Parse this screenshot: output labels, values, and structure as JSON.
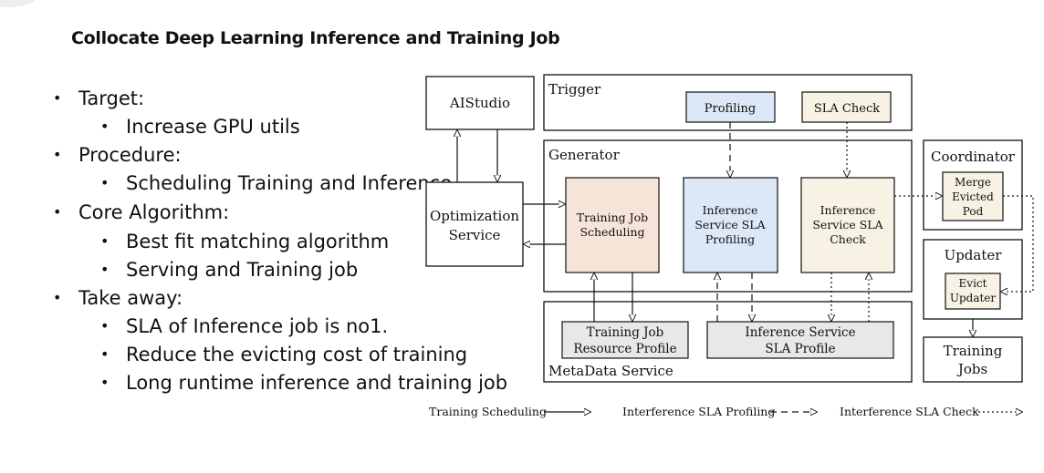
{
  "slide": {
    "title": "Collocate Deep Learning Inference and Training Job"
  },
  "bullets": [
    {
      "level": 1,
      "text": "Target:"
    },
    {
      "level": 2,
      "text": "Increase GPU utils"
    },
    {
      "level": 1,
      "text": "Procedure:"
    },
    {
      "level": 2,
      "text": "Scheduling Training and Inference"
    },
    {
      "level": 1,
      "text": "Core Algorithm:"
    },
    {
      "level": 2,
      "text": "Best fit matching algorithm"
    },
    {
      "level": 2,
      "text": "Serving and Training job"
    },
    {
      "level": 1,
      "text": "Take away:"
    },
    {
      "level": 2,
      "text": "SLA of Inference job is no1."
    },
    {
      "level": 2,
      "text": "Reduce the evicting cost of training"
    },
    {
      "level": 2,
      "text": "Long runtime inference and training job"
    }
  ],
  "diagram": {
    "aistudio": "AIStudio",
    "optimization_service": [
      "Optimization",
      "Service"
    ],
    "trigger": "Trigger",
    "profiling": "Profiling",
    "sla_check": "SLA Check",
    "generator": "Generator",
    "training_job_scheduling": [
      "Training Job",
      "Scheduling"
    ],
    "inference_sla_profiling": [
      "Inference",
      "Service SLA",
      "Profiling"
    ],
    "inference_sla_check": [
      "Inference",
      "Service SLA",
      "Check"
    ],
    "metadata_service": "MetaData Service",
    "training_job_resource_profile": [
      "Training Job",
      "Resource Profile"
    ],
    "inference_service_sla_profile": [
      "Inference Service",
      "SLA Profile"
    ],
    "coordinator": "Coordinator",
    "merge_evicted_pod": [
      "Merge",
      "Evicted",
      "Pod"
    ],
    "updater": "Updater",
    "evict_updater": [
      "Evict",
      "Updater"
    ],
    "training_jobs": [
      "Training",
      "Jobs"
    ]
  },
  "legend": {
    "training_scheduling": "Training Scheduling",
    "interference_sla_profiling": "Interference SLA Profiling",
    "interference_sla_check": "Interference SLA Check"
  },
  "colors": {
    "training_fill": "#f6e4d8",
    "profiling_fill": "#dce7f7",
    "check_fill": "#f7f2e3",
    "profile_fill": "#e8e8e8"
  }
}
